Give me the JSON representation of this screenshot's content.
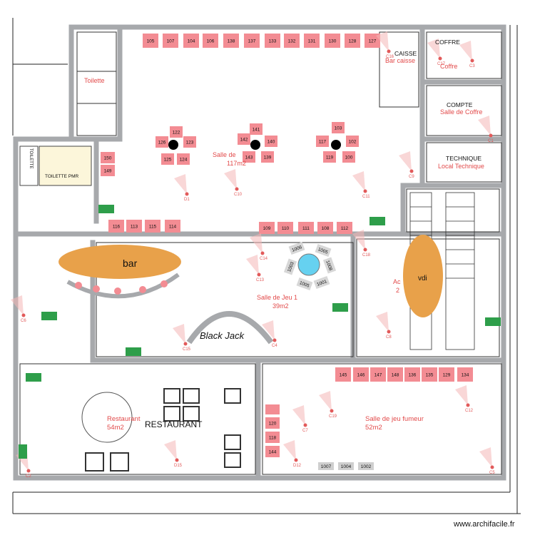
{
  "rooms": [
    {
      "id": "coffre",
      "label": "COFFRE"
    },
    {
      "id": "caisse",
      "label": "CAISSE"
    },
    {
      "id": "bar-caisse",
      "label": "Bar caisse"
    },
    {
      "id": "coffre-red",
      "label": "Coffre"
    },
    {
      "id": "compte",
      "label": "COMPTE"
    },
    {
      "id": "salle-coffre",
      "label": "Salle de Coffre"
    },
    {
      "id": "technique",
      "label": "TECHNIQUE"
    },
    {
      "id": "local-technique",
      "label": "Local Technique"
    },
    {
      "id": "toilette",
      "label": "TOILETTE"
    },
    {
      "id": "toilette-pmr",
      "label": "TOILETTE PMR"
    },
    {
      "id": "toilette-red",
      "label": "Toilette"
    },
    {
      "id": "salle-de",
      "label": "Salle de"
    },
    {
      "id": "area-117",
      "label": "117m2"
    },
    {
      "id": "bar",
      "label": "bar"
    },
    {
      "id": "vdi",
      "label": "vdi"
    },
    {
      "id": "salle-jeu-1",
      "label": "Salle de Jeu 1"
    },
    {
      "id": "area-39",
      "label": "39m2"
    },
    {
      "id": "black-jack",
      "label": "Black Jack"
    },
    {
      "id": "restaurant-red",
      "label": "Restaurant"
    },
    {
      "id": "area-54",
      "label": "54m2"
    },
    {
      "id": "restaurant",
      "label": "RESTAURANT"
    },
    {
      "id": "salle-fumeur",
      "label": "Salle de jeu fumeur"
    },
    {
      "id": "area-52",
      "label": "52m2"
    },
    {
      "id": "ac",
      "label": "Ac"
    },
    {
      "id": "area-2",
      "label": "2"
    }
  ],
  "machines": {
    "top_row": [
      "105",
      "107",
      "104",
      "106",
      "138",
      "137",
      "133",
      "132",
      "131",
      "130",
      "128",
      "127"
    ],
    "cluster_left": [
      "122",
      "126",
      "123",
      "125",
      "124"
    ],
    "cluster_mid": [
      "141",
      "142",
      "140",
      "143",
      "139"
    ],
    "cluster_right": [
      "103",
      "117",
      "102",
      "119",
      "100"
    ],
    "left_pair": [
      "150",
      "149"
    ],
    "bar_row": [
      "116",
      "113",
      "115",
      "114"
    ],
    "mid_row": [
      "109",
      "110",
      "111",
      "108",
      "112"
    ],
    "smoke_row": [
      "145",
      "146",
      "147",
      "148",
      "136",
      "135",
      "129",
      "134"
    ],
    "smoke_left": [
      "120",
      "118",
      "144"
    ],
    "roulette": [
      "1006",
      "1005",
      "1008",
      "1003",
      "1001",
      "1005"
    ],
    "bottom": [
      "1007",
      "1004",
      "1002"
    ]
  },
  "cameras": [
    "C16",
    "C17",
    "C1",
    "C3",
    "C10",
    "C11",
    "C18",
    "C14",
    "C13",
    "C9",
    "C6",
    "C8",
    "C15",
    "C4",
    "C7",
    "C12",
    "C19",
    "C2",
    "C5",
    "D1",
    "D15",
    "D12"
  ],
  "footer": {
    "watermark": "www.archifacile.fr"
  },
  "colors": {
    "wall": "#a7a9ac",
    "machine": "#f38c93",
    "bar_fill": "#e8a14a",
    "camera": "#e25a5a",
    "text_red": "#e24a4a",
    "exit": "#2e9e4a",
    "roulette": "#66d1f0",
    "pmr_fill": "#fcf6da"
  }
}
